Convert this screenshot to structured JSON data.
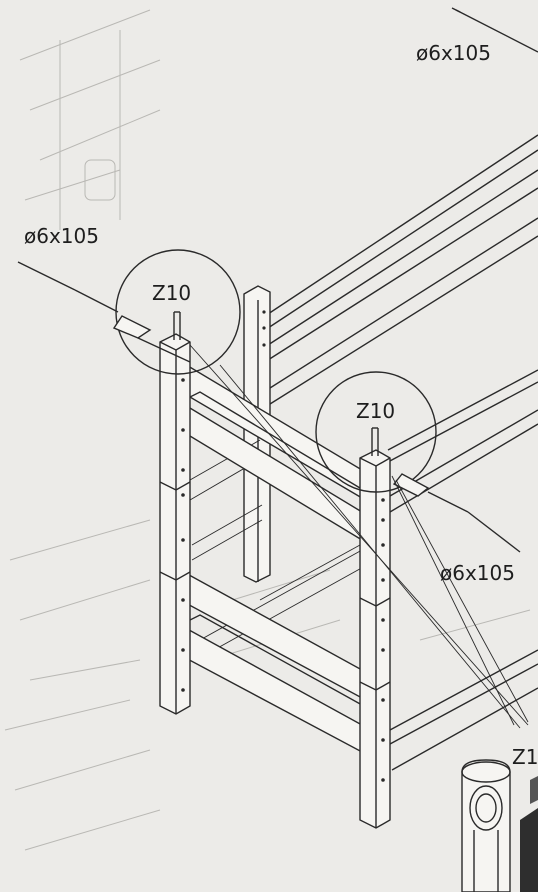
{
  "labels": {
    "dowel_top": "ø6x105",
    "dowel_left": "ø6x105",
    "dowel_right": "ø6x105",
    "detail_left": "Z10",
    "detail_middle": "Z10",
    "detail_partial": "Z1"
  },
  "colors": {
    "paper": "#ecebe8",
    "ink": "#2a2a2a"
  }
}
